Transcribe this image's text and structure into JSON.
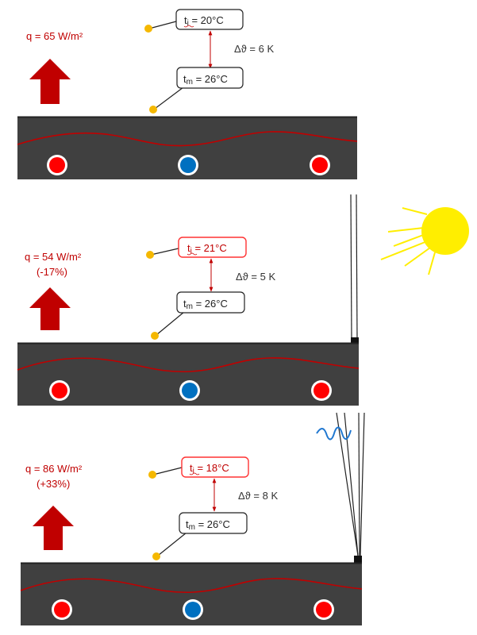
{
  "colors": {
    "accent_red": "#c00000",
    "highlight_red": "#ff3333",
    "slab": "#404040",
    "pipe_hot": "#ff0000",
    "pipe_cold": "#0070c0",
    "sensor": "#f5b800",
    "sun": "#ffee00",
    "wave_blue": "#1f77d0"
  },
  "panels": [
    {
      "heat_flux": "q = 65 W/m²",
      "change": "",
      "ti_symbol": "t",
      "ti_sub": "i",
      "ti_value": " = 20°C",
      "tm_symbol": "t",
      "tm_sub": "m",
      "tm_value": " = 26°C",
      "delta": "Δϑ = 6 K"
    },
    {
      "heat_flux": "q = 54 W/m²",
      "change": "(-17%)",
      "ti_symbol": "t",
      "ti_sub": "i",
      "ti_value": " = 21°C",
      "tm_symbol": "t",
      "tm_sub": "m",
      "tm_value": " = 26°C",
      "delta": "Δϑ = 5 K"
    },
    {
      "heat_flux": "q = 86 W/m²",
      "change": "(+33%)",
      "ti_symbol": "t",
      "ti_sub": "i",
      "ti_value": " = 18°C",
      "tm_symbol": "t",
      "tm_sub": "m",
      "tm_value": " = 26°C",
      "delta": "Δϑ = 8 K"
    }
  ]
}
